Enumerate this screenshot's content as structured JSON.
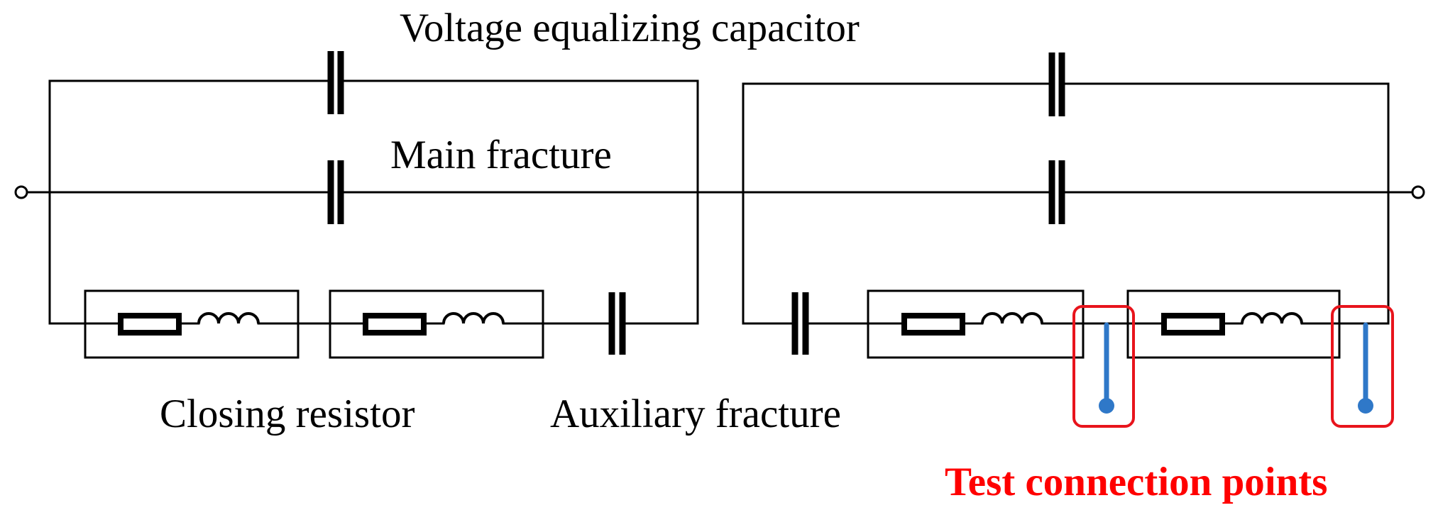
{
  "labels": {
    "voltage_equalizing_capacitor": "Voltage equalizing capacitor",
    "main_fracture": "Main fracture",
    "closing_resistor": "Closing resistor",
    "auxiliary_fracture": "Auxiliary fracture",
    "test_connection_points": "Test connection points"
  },
  "colors": {
    "wire": "#000000",
    "probe": "#2f78c8",
    "highlight": "#e8141c",
    "emphasis_text": "#ff0000"
  }
}
